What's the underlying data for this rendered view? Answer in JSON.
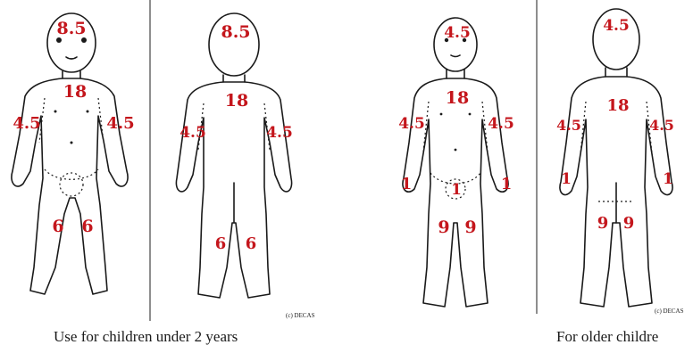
{
  "captions": {
    "left": "Use for children under 2 years",
    "right": "For older childre"
  },
  "credit": "(c) DECAS",
  "credit_short": "(c) DECAS",
  "colors": {
    "label": "#c4161c",
    "outline": "#1a1a1a",
    "divider": "#444444"
  },
  "labels": {
    "infant_front": {
      "head": "8.5",
      "trunk": "18",
      "arm_left": "4.5",
      "arm_right": "4.5",
      "leg_left": "6",
      "leg_right": "6"
    },
    "infant_back": {
      "head": "8.5",
      "trunk": "18",
      "arm_left": "4.5",
      "arm_right": "4.5",
      "leg_left": "6",
      "leg_right": "6"
    },
    "child_front": {
      "head": "4.5",
      "trunk": "18",
      "arm_left": "4.5",
      "arm_right": "4.5",
      "hand_left": "1",
      "hand_right": "1",
      "genital": "1",
      "leg_left": "9",
      "leg_right": "9"
    },
    "child_back": {
      "head": "4.5",
      "trunk": "18",
      "arm_left": "4.5",
      "arm_right": "4.5",
      "hand_left": "1",
      "hand_right": "1",
      "leg_left": "9",
      "leg_right": "9"
    }
  }
}
